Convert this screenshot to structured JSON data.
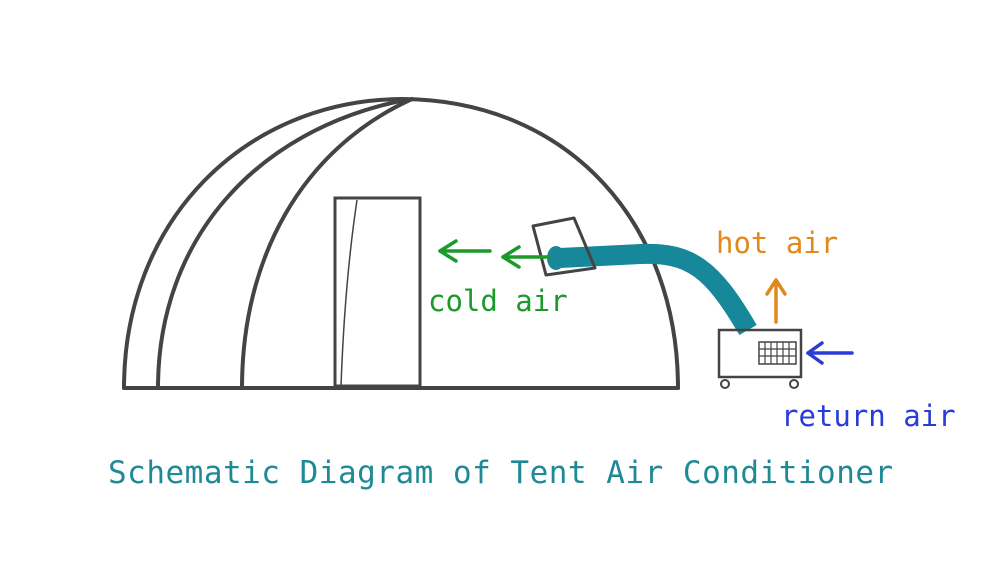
{
  "labels": {
    "cold_air": "cold air",
    "hot_air": "hot air",
    "return_air": "return air"
  },
  "caption": "Schematic Diagram of Tent Air Conditioner",
  "colors": {
    "outline": "#444444",
    "duct": "#16889a",
    "cold": "#1a9a2a",
    "hot": "#e08a1e",
    "return": "#2a3bd6",
    "caption": "#1f8a96"
  },
  "icons": {
    "cold_arrows": "arrow-left",
    "hot_arrow": "arrow-up",
    "return_arrow": "arrow-left"
  }
}
